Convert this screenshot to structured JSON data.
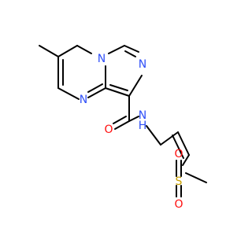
{
  "colors": {
    "bond": "#000000",
    "nitrogen": "#3050f8",
    "oxygen": "#ff0d0d",
    "sulfur": "#c8a000"
  },
  "atoms": {
    "n_bridge": "N",
    "n_imidazole": "N",
    "n_pyrimidine": "N",
    "amide_nh": "N",
    "amide_h": "H",
    "amide_o": "O",
    "sulfur": "S",
    "sulfonyl_o_top": "O",
    "sulfonyl_o_bottom": "O"
  }
}
